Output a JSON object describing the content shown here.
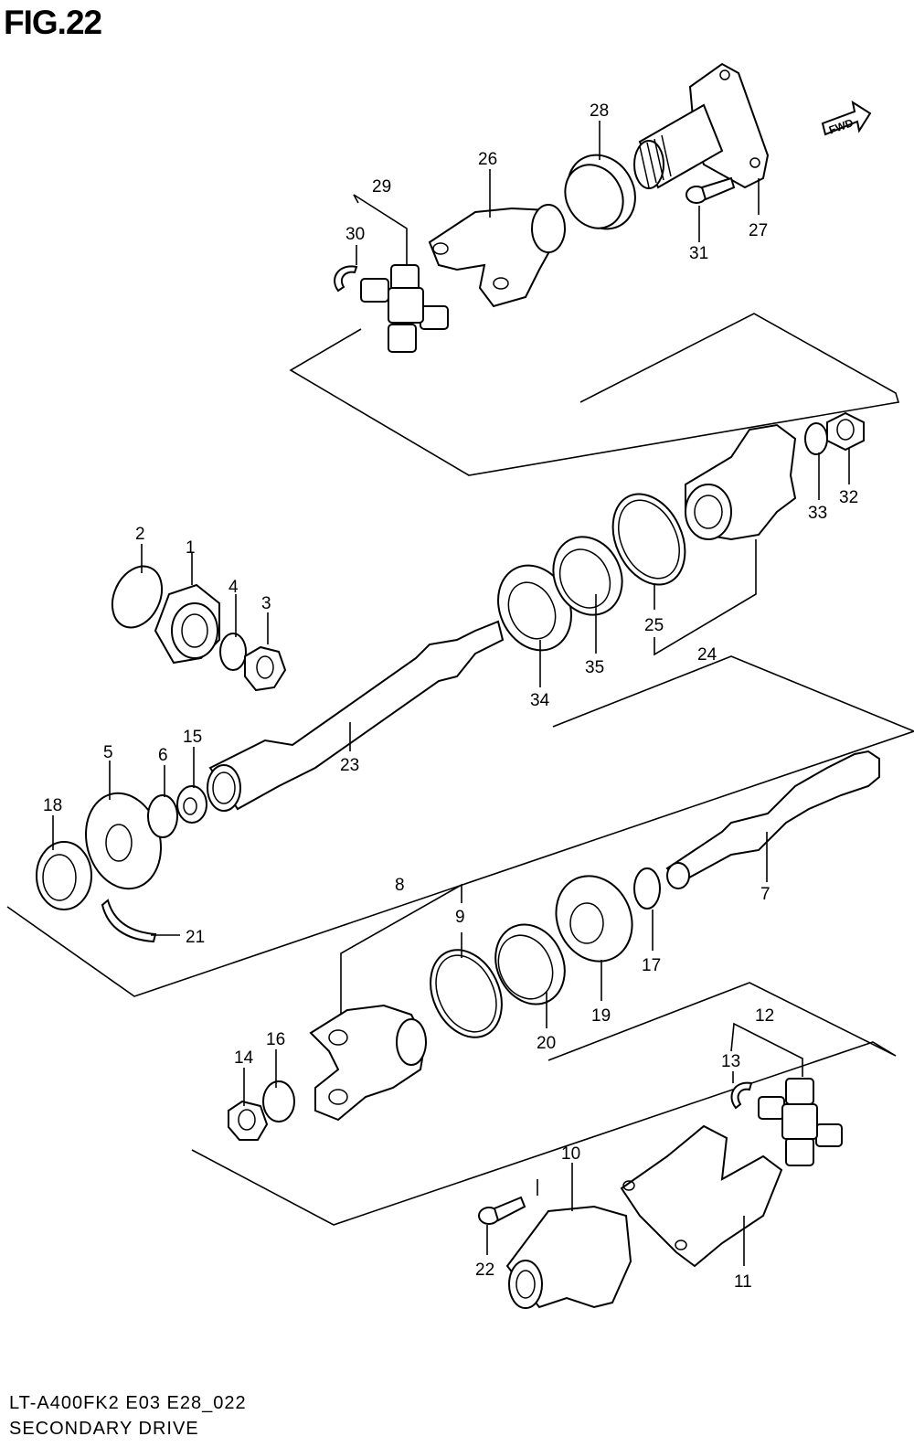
{
  "figure": {
    "title": "FIG.22",
    "model_code": "LT-A400FK2 E03 E28_022",
    "caption": "SECONDARY DRIVE",
    "fwd_label": "FWD"
  },
  "callouts": [
    {
      "id": "c1",
      "label": "1"
    },
    {
      "id": "c2",
      "label": "2"
    },
    {
      "id": "c3",
      "label": "3"
    },
    {
      "id": "c4",
      "label": "4"
    },
    {
      "id": "c5",
      "label": "5"
    },
    {
      "id": "c6",
      "label": "6"
    },
    {
      "id": "c7",
      "label": "7"
    },
    {
      "id": "c8",
      "label": "8"
    },
    {
      "id": "c9",
      "label": "9"
    },
    {
      "id": "c10",
      "label": "10"
    },
    {
      "id": "c11",
      "label": "11"
    },
    {
      "id": "c12",
      "label": "12"
    },
    {
      "id": "c13",
      "label": "13"
    },
    {
      "id": "c14",
      "label": "14"
    },
    {
      "id": "c15",
      "label": "15"
    },
    {
      "id": "c16",
      "label": "16"
    },
    {
      "id": "c17",
      "label": "17"
    },
    {
      "id": "c18",
      "label": "18"
    },
    {
      "id": "c19",
      "label": "19"
    },
    {
      "id": "c20",
      "label": "20"
    },
    {
      "id": "c21",
      "label": "21"
    },
    {
      "id": "c22",
      "label": "22"
    },
    {
      "id": "c23",
      "label": "23"
    },
    {
      "id": "c24",
      "label": "24"
    },
    {
      "id": "c25",
      "label": "25"
    },
    {
      "id": "c26",
      "label": "26"
    },
    {
      "id": "c27",
      "label": "27"
    },
    {
      "id": "c28",
      "label": "28"
    },
    {
      "id": "c29",
      "label": "29"
    },
    {
      "id": "c30",
      "label": "30"
    },
    {
      "id": "c31",
      "label": "31"
    },
    {
      "id": "c32",
      "label": "32"
    },
    {
      "id": "c33",
      "label": "33"
    },
    {
      "id": "c34",
      "label": "34"
    },
    {
      "id": "c35",
      "label": "35"
    }
  ]
}
